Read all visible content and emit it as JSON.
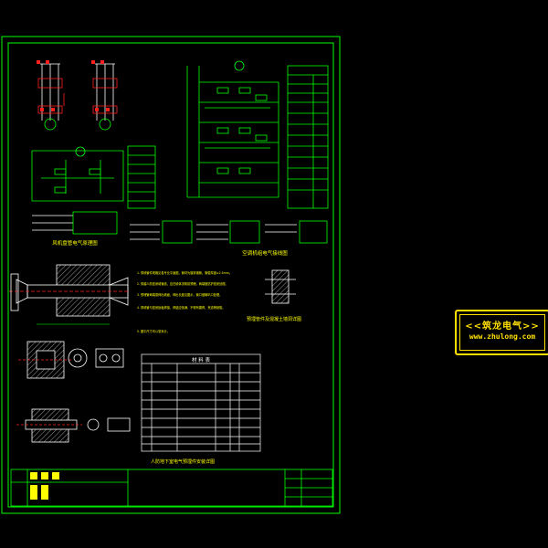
{
  "sheet": {
    "label_electrical_diagram": "风机盘管电气原理图",
    "label_unit_wiring": "空调机组电气接线图",
    "label_installation": "预埋管件及混凝土墙洞详图",
    "label_table_caption": "人防地下室电气预埋件安装详图",
    "table_title": "材 料 表",
    "notes": [
      "1. 穿墙管件规格见各专业平面图，管材为镀锌钢管，管壁厚度≥2.5mm。",
      "2. 穿越人防密闭墙管线，应在墙体浇筑前预埋，两端做防护密闭处理。",
      "3. 预埋管两端需伸出墙面，伸出长度见图示，管口做喇叭口处理。",
      "4. 穿墙管与密闭肋板焊接，焊缝应饱满，不得有漏焊、夹渣等缺陷。",
      "5. 图中尺寸均以毫米计。"
    ]
  },
  "watermark": {
    "title": "<<筑龙电气>>",
    "url": "www.zhulong.com"
  },
  "colors": {
    "line": "#00ff00",
    "text": "#ffff00",
    "secondary": "#ffffff",
    "accent_cyan": "#00ffff",
    "accent_red": "#ff2020",
    "accent_magenta": "#ff00ff",
    "hatch": "#c0c0c0",
    "background": "#000000"
  }
}
